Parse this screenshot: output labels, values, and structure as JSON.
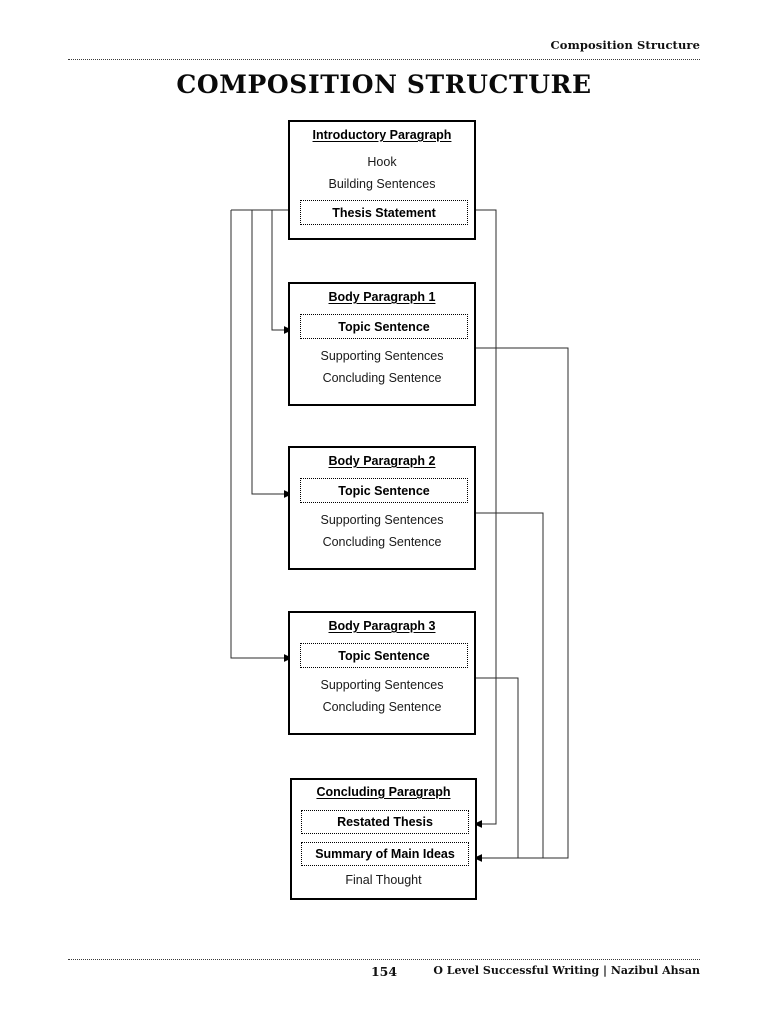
{
  "page": {
    "running_header": "Composition Structure",
    "title": "COMPOSITION STRUCTURE",
    "page_number": "154",
    "footer_credit": "O Level Successful Writing | Nazibul Ahsan",
    "ink_color": "#000000",
    "paper_color": "#ffffff"
  },
  "diagram": {
    "type": "flowchart",
    "blocks": [
      {
        "id": "introductory-paragraph",
        "heading": "Introductory Paragraph",
        "lines": [
          "Hook",
          "Building Sentences"
        ],
        "highlight": "Thesis Statement"
      },
      {
        "id": "body-paragraph-1",
        "heading": "Body Paragraph 1",
        "highlight": "Topic Sentence",
        "lines": [
          "Supporting Sentences",
          "Concluding Sentence"
        ]
      },
      {
        "id": "body-paragraph-2",
        "heading": "Body Paragraph 2",
        "highlight": "Topic Sentence",
        "lines": [
          "Supporting Sentences",
          "Concluding Sentence"
        ]
      },
      {
        "id": "body-paragraph-3",
        "heading": "Body Paragraph 3",
        "highlight": "Topic Sentence",
        "lines": [
          "Supporting Sentences",
          "Concluding Sentence"
        ]
      },
      {
        "id": "concluding-paragraph",
        "heading": "Concluding Paragraph",
        "highlight_1": "Restated Thesis",
        "highlight_2": "Summary of Main Ideas",
        "lines": [
          "Final Thought"
        ]
      }
    ],
    "connections": [
      {
        "from": "Thesis Statement",
        "to": "Topic Sentence (Body Paragraph 1)",
        "route": "left"
      },
      {
        "from": "Thesis Statement",
        "to": "Topic Sentence (Body Paragraph 2)",
        "route": "left"
      },
      {
        "from": "Thesis Statement",
        "to": "Topic Sentence (Body Paragraph 3)",
        "route": "left"
      },
      {
        "from": "Thesis Statement",
        "to": "Restated Thesis",
        "route": "right"
      },
      {
        "from": "Body Paragraph 1",
        "to": "Summary of Main Ideas",
        "route": "right"
      },
      {
        "from": "Body Paragraph 2",
        "to": "Summary of Main Ideas",
        "route": "right"
      },
      {
        "from": "Body Paragraph 3",
        "to": "Summary of Main Ideas",
        "route": "right"
      }
    ]
  }
}
